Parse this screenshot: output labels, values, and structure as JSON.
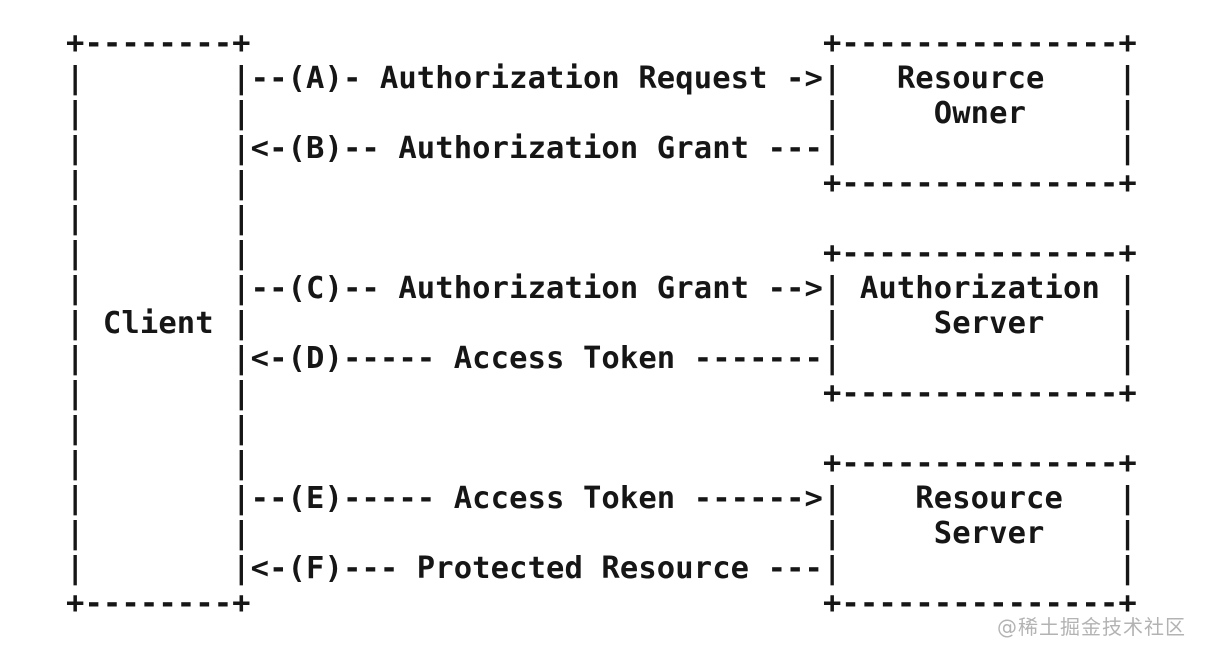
{
  "colors": {
    "background": "#ffffff",
    "text": "#161616",
    "watermark": "#b3b3b3"
  },
  "diagram": {
    "entities": [
      {
        "name": "Client",
        "position": "left"
      },
      {
        "name": "Resource Owner",
        "position": "top-right"
      },
      {
        "name": "Authorization Server",
        "position": "middle-right"
      },
      {
        "name": "Resource Server",
        "position": "bottom-right"
      }
    ],
    "steps": [
      {
        "id": "A",
        "label": "Authorization Request",
        "from": "Client",
        "to": "Resource Owner",
        "direction": "right"
      },
      {
        "id": "B",
        "label": "Authorization Grant",
        "from": "Resource Owner",
        "to": "Client",
        "direction": "left"
      },
      {
        "id": "C",
        "label": "Authorization Grant",
        "from": "Client",
        "to": "Authorization Server",
        "direction": "right"
      },
      {
        "id": "D",
        "label": "Access Token",
        "from": "Authorization Server",
        "to": "Client",
        "direction": "left"
      },
      {
        "id": "E",
        "label": "Access Token",
        "from": "Client",
        "to": "Resource Server",
        "direction": "right"
      },
      {
        "id": "F",
        "label": "Protected Resource",
        "from": "Resource Server",
        "to": "Client",
        "direction": "left"
      }
    ],
    "ascii_lines": [
      "+--------+                               +---------------+",
      "|        |--(A)- Authorization Request ->|   Resource    |",
      "|        |                               |     Owner     |",
      "|        |<-(B)-- Authorization Grant ---|               |",
      "|        |                               +---------------+",
      "|        |",
      "|        |                               +---------------+",
      "|        |--(C)-- Authorization Grant -->| Authorization |",
      "| Client |                               |     Server    |",
      "|        |<-(D)----- Access Token -------|               |",
      "|        |                               +---------------+",
      "|        |",
      "|        |                               +---------------+",
      "|        |--(E)----- Access Token ------>|    Resource   |",
      "|        |                               |     Server    |",
      "|        |<-(F)--- Protected Resource ---|               |",
      "+--------+                               +---------------+"
    ]
  },
  "watermark": {
    "text": "@稀土掘金技术社区"
  }
}
